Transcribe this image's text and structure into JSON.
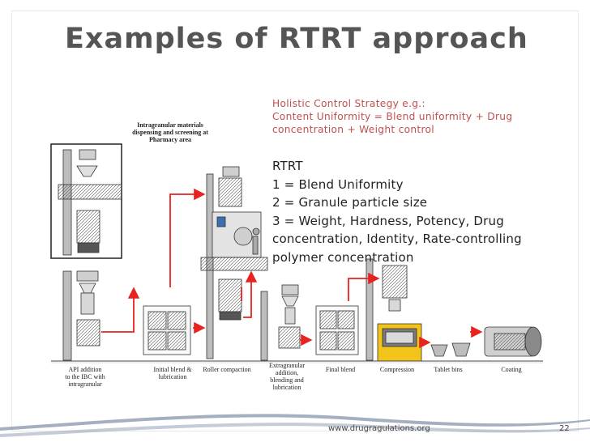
{
  "slide": {
    "title": "Examples of RTRT approach",
    "footer_url": "www.drugragulations.org",
    "page_number": "22"
  },
  "holistic": {
    "line1": "Holistic Control Strategy e.g.:",
    "line2": "Content Uniformity = Blend uniformity + Drug",
    "line3": "concentration + Weight control"
  },
  "rtrt": {
    "heading": "RTRT",
    "item1": "1 = Blend Uniformity",
    "item2": "2 = Granule particle size",
    "item3a": "3 = Weight, Hardness, Potency, Drug",
    "item3b": "concentration, Identity, Rate-controlling",
    "item3c": "polymer concentration"
  },
  "diagram": {
    "intragranular_box": [
      "Intragranular materials",
      "dispensing and screening at",
      "Pharmacy area"
    ],
    "steps": {
      "api": [
        "API addition",
        "to the IBC with",
        "intragranular"
      ],
      "initial_blend": [
        "Initial blend &",
        "lubrication"
      ],
      "roller": [
        "Roller compaction"
      ],
      "extragranular": [
        "Extragranular",
        "addition,",
        "blending and",
        "lubrication"
      ],
      "final_blend": [
        "Final blend"
      ],
      "compression": [
        "Compression"
      ],
      "tablet_bins": [
        "Tablet bins"
      ],
      "coating": [
        "Coating"
      ]
    },
    "colors": {
      "arrow": "#e8231f",
      "machine": "#9a9a9a",
      "dark": "#3a3a3a",
      "press": "#f2c318",
      "ribbon": "#5a6e8c"
    }
  }
}
